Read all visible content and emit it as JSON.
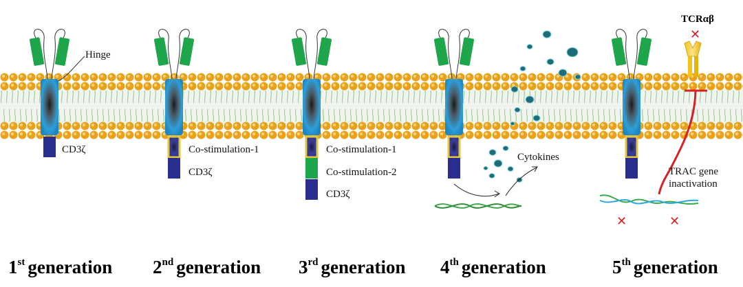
{
  "colors": {
    "membrane_head": "#E8A21A",
    "membrane_tail": "#8FC48B",
    "membrane_core": "#F1F4EE",
    "scfv": "#1FA64A",
    "transmembrane": "#2E9FD8",
    "cd3z": "#2A2F8F",
    "costim_border": "#E5C63A",
    "costim2": "#1FA64A",
    "cytokine": "#1E6B7A",
    "tcr": "#F2C318",
    "red": "#D81F26",
    "dna_green": "#3FA84A",
    "dna_blue": "#2AA9E0"
  },
  "labels": {
    "hinge": "Hinge",
    "cd3z": "CD3ζ",
    "costim1": "Co-stimulation-1",
    "costim2": "Co-stimulation-2",
    "cytokines": "Cytokines",
    "tcr": "TCRαβ",
    "trac_line1": "TRAC gene",
    "trac_line2": "inactivation",
    "x_mark": "✕"
  },
  "generations": [
    {
      "num": "1",
      "sup": "st",
      "word": "generation"
    },
    {
      "num": "2",
      "sup": "nd",
      "word": "generation"
    },
    {
      "num": "3",
      "sup": "rd",
      "word": "generation"
    },
    {
      "num": "4",
      "sup": "th",
      "word": "generation"
    },
    {
      "num": "5",
      "sup": "th",
      "word": "generation"
    }
  ]
}
